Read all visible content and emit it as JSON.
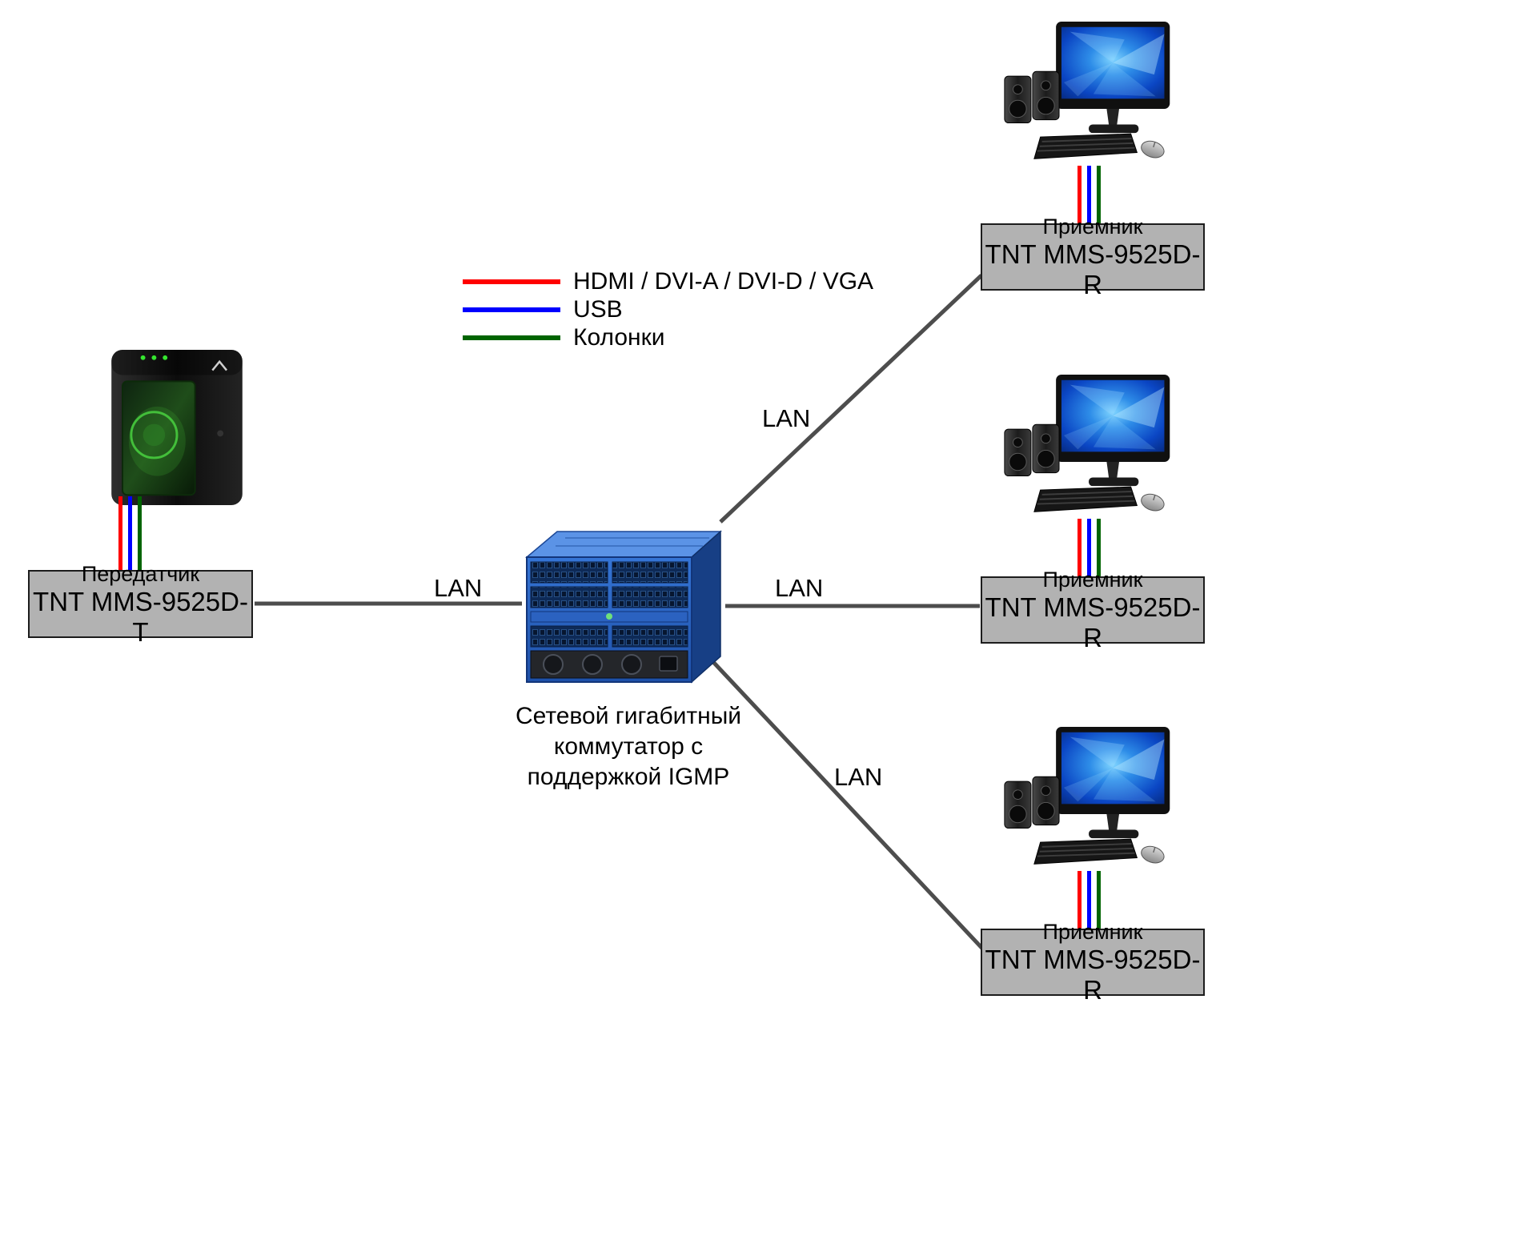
{
  "legend": {
    "items": [
      {
        "id": "hdmi",
        "label": "HDMI / DVI-A / DVI-D / VGA",
        "color": "#ff0000"
      },
      {
        "id": "usb",
        "label": "USB",
        "color": "#0000ff"
      },
      {
        "id": "speakers",
        "label": "Колонки",
        "color": "#006400"
      }
    ]
  },
  "nodes": {
    "transmitter": {
      "title": "Передатчик",
      "model": "TNT MMS-9525D-T"
    },
    "switch": {
      "caption_lines": [
        "Сетевой гигабитный",
        "коммутатор с",
        "поддержкой IGMP"
      ]
    },
    "receivers": [
      {
        "title": "Приемник",
        "model": "TNT MMS-9525D-R"
      },
      {
        "title": "Приемник",
        "model": "TNT MMS-9525D-R"
      },
      {
        "title": "Приемник",
        "model": "TNT MMS-9525D-R"
      }
    ]
  },
  "links": {
    "labels": {
      "tx": "LAN",
      "top": "LAN",
      "middle": "LAN",
      "bottom": "LAN"
    },
    "line_color": "#4d4d4d"
  },
  "colors": {
    "hdmi_cable": "#ff0000",
    "usb_cable": "#0000ff",
    "speaker_cable": "#006400",
    "label_box_bg": "#b2b2b2"
  }
}
